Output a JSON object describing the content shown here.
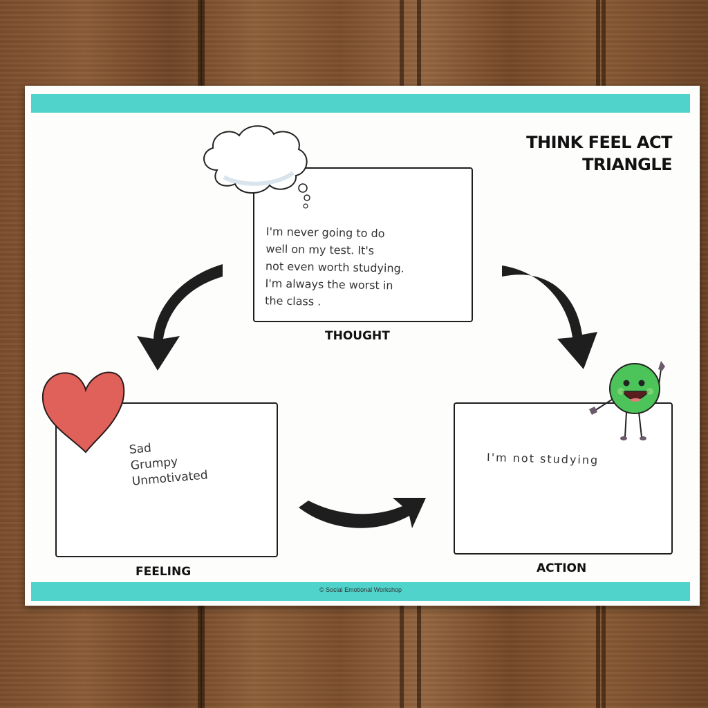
{
  "title": [
    "THINK FEEL ACT",
    "TRIANGLE"
  ],
  "thought": {
    "label": "THOUGHT",
    "text": [
      "I'm never going to do",
      "well on my test. It's",
      "not even worth studying.",
      "I'm always the worst in",
      "the class ."
    ]
  },
  "feeling": {
    "label": "FEELING",
    "text": [
      "Sad",
      "Grumpy",
      "Unmotivated"
    ]
  },
  "action": {
    "label": "ACTION",
    "text": "I'm  not  studying"
  },
  "copyright": "© Social Emotional Workshop",
  "icons": [
    "thought-cloud-icon",
    "heart-icon",
    "green-character-icon",
    "arrow-icon"
  ],
  "colors": {
    "band": "#4fd3cb",
    "heart": "#e0615a",
    "character": "#4cc45a",
    "arrow": "#1e1e1e"
  }
}
